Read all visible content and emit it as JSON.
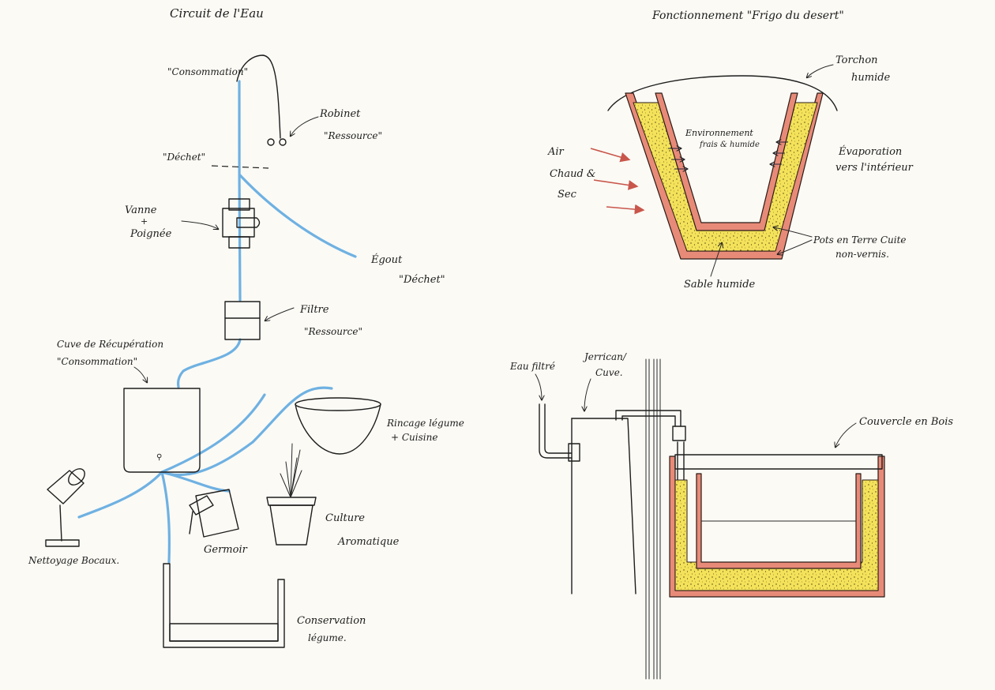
{
  "left": {
    "title": "Circuit de l'Eau",
    "labels": {
      "consommation_top": "\"Consommation\"",
      "robinet": "Robinet",
      "robinet_sub": "\"Ressource\"",
      "dechet_top": "\"Déchet\"",
      "vanne": "Vanne",
      "vanne_plus": "+",
      "vanne_sub": "Poignée",
      "egout": "Égout",
      "egout_sub": "\"Déchet\"",
      "filtre": "Filtre",
      "filtre_sub": "\"Ressource\"",
      "cuve": "Cuve de Récupération",
      "cuve_sub": "\"Consommation\"",
      "rincage": "Rincage légume",
      "rincage_sub": "+ Cuisine",
      "germoir": "Germoir",
      "culture": "Culture",
      "culture_sub": "Aromatique",
      "nettoyage": "Nettoyage Bocaux.",
      "conservation": "Conservation",
      "conservation_sub": "légume."
    }
  },
  "right": {
    "title": "Fonctionnement \"Frigo du desert\"",
    "top_labels": {
      "torchon": "Torchon",
      "torchon_sub": "humide",
      "environnement": "Environnement",
      "environnement_sub": "frais & humide",
      "evaporation": "Évaporation",
      "evaporation_sub": "vers l'intérieur",
      "air": "Air",
      "air_sub1": "Chaud &",
      "air_sub2": "Sec",
      "pots": "Pots en Terre Cuite",
      "pots_sub": "non-vernis.",
      "sable": "Sable humide"
    },
    "bottom_labels": {
      "eau_filtre": "Eau filtré",
      "jerrican": "Jerrican/",
      "jerrican_sub": "Cuve.",
      "couvercle": "Couvercle en Bois"
    }
  },
  "colors": {
    "water": "#6fb1e2",
    "clay": "#e88a78",
    "sand": "#f3e25a",
    "ink": "#1d1d1d",
    "paper": "#fbfaf5"
  }
}
